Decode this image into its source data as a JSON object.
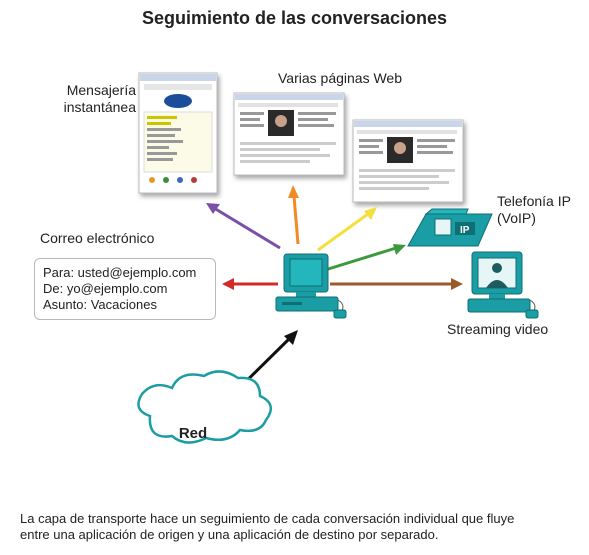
{
  "title": "Seguimiento de las conversaciones",
  "labels": {
    "instant_messaging": [
      "Mensajería",
      "instantánea"
    ],
    "web_pages": "Varias páginas Web",
    "ip_telephony": [
      "Telefonía IP",
      "(VoIP)"
    ],
    "email": "Correo electrónico",
    "streaming": "Streaming video",
    "network": "Red",
    "phone_badge": "IP"
  },
  "email_message": {
    "to": "Para: usted@ejemplo.com",
    "from": "De: yo@ejemplo.com",
    "subject": "Asunto: Vacaciones"
  },
  "caption": [
    "La capa de transporte hace un seguimiento de cada conversación individual que fluye",
    "entre una aplicación de origen y una aplicación de destino por separado."
  ],
  "colors": {
    "arrow_im": "#7b4fa8",
    "arrow_web1": "#f08a24",
    "arrow_web2": "#f2e13a",
    "arrow_voip": "#3c9a3c",
    "arrow_streaming": "#9a5a2a",
    "arrow_email": "#d02a2a",
    "arrow_network": "#111111",
    "device_teal": "#1a9da4"
  }
}
